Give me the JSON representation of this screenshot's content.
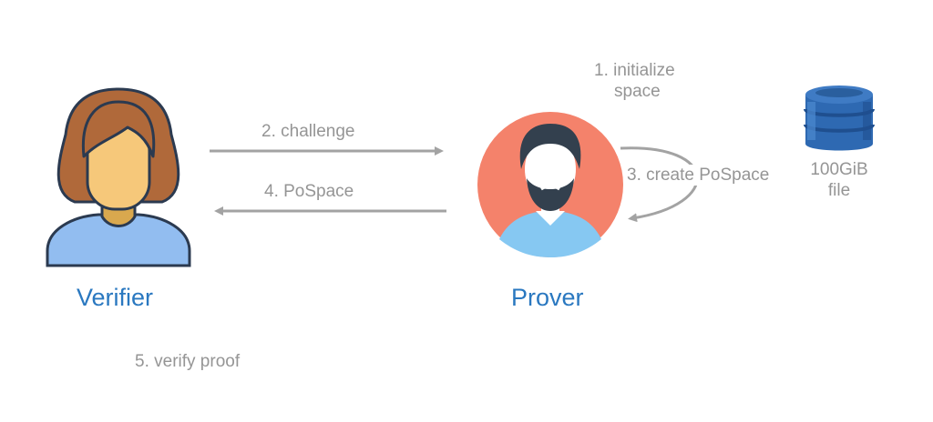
{
  "actors": {
    "verifier": {
      "name": "Verifier"
    },
    "prover": {
      "name": "Prover"
    }
  },
  "steps": {
    "initialize": {
      "line1": "1. initialize",
      "line2": "space"
    },
    "challenge": "2. challenge",
    "create": "3. create PoSpace",
    "pospace": "4. PoSpace",
    "verify": "5. verify proof"
  },
  "storage": {
    "icon": "database-icon",
    "line1": "100GiB",
    "line2": "file"
  },
  "colors": {
    "actor_label": "#2a78c0",
    "step_label": "#959595",
    "arrow": "#a3a3a3",
    "prover_circle": "#f4826b",
    "database": "#2e69b2"
  }
}
